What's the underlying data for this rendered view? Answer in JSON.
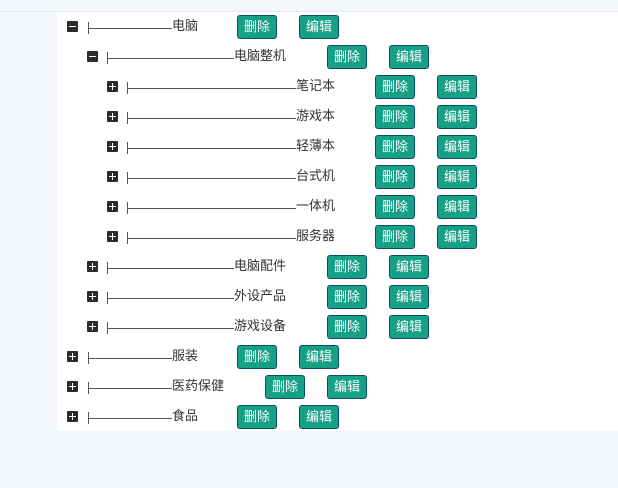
{
  "buttons": {
    "delete": "删除",
    "edit": "编辑"
  },
  "tree": [
    {
      "label": "电脑",
      "expanded": true
    },
    {
      "label": "电脑整机",
      "expanded": true
    },
    {
      "label": "笔记本",
      "expanded": false
    },
    {
      "label": "游戏本",
      "expanded": false
    },
    {
      "label": "轻薄本",
      "expanded": false
    },
    {
      "label": "台式机",
      "expanded": false
    },
    {
      "label": "一体机",
      "expanded": false
    },
    {
      "label": "服务器",
      "expanded": false
    },
    {
      "label": "电脑配件",
      "expanded": false
    },
    {
      "label": "外设产品",
      "expanded": false
    },
    {
      "label": "游戏设备",
      "expanded": false
    },
    {
      "label": "服装",
      "expanded": false
    },
    {
      "label": "医药保健",
      "expanded": false
    },
    {
      "label": "食品",
      "expanded": false
    }
  ]
}
